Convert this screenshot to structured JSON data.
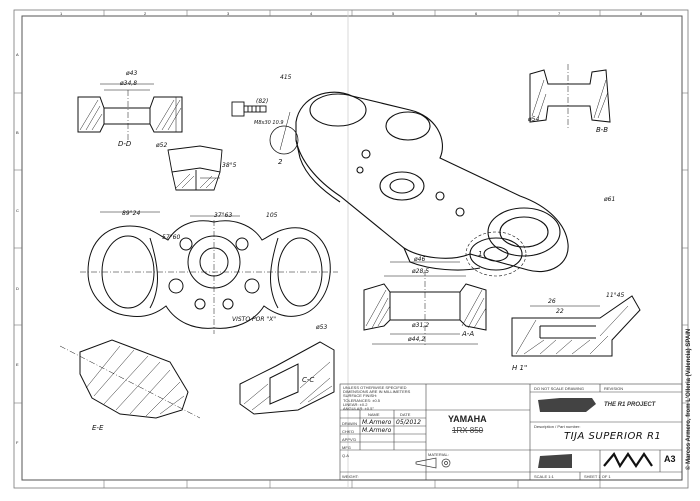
{
  "frame": {
    "column_numbers": [
      "1",
      "2",
      "3",
      "4",
      "5",
      "6",
      "7",
      "8"
    ],
    "row_letters": [
      "A",
      "B",
      "C",
      "D",
      "E",
      "F"
    ]
  },
  "views": {
    "section_dd": "D-D",
    "section_ee": "E-E",
    "section_cc": "C-C",
    "section_bb": "B-B",
    "section_aa": "A-A",
    "view_x": "VISTO POR \"X\"",
    "detail_1": "1",
    "detail_2": "2",
    "detail_h": "H 1\""
  },
  "dimensions": {
    "d43": "ø43",
    "d348": "ø34,8",
    "d52": "ø52",
    "d385": "38°5",
    "d61": "ø61",
    "d46": "ø46",
    "d285": "ø28,5",
    "d312": "ø31,2",
    "d442": "ø44,2",
    "d26": "26",
    "d22": "22",
    "d1145": "11°45",
    "r415": "415",
    "r8924": "89°24",
    "r3763": "37°63",
    "r5760": "57°60",
    "r105": "105",
    "d53": "ø53",
    "d54": "ø54",
    "bolt": "M8x30 10.9",
    "d82": "(82)"
  },
  "title_block": {
    "notes_lines": [
      "UNLESS OTHERWISE SPECIFIED",
      "DIMENSIONS ARE IN MILLIMETERS",
      "SURFACE FINISH:",
      "TOLERANCES: ±0.5",
      "LINEAR: ±0.2",
      "ANGULAR: ±0.5°"
    ],
    "header_name": "NAME",
    "header_date": "DATE",
    "row_drawn": "DRAWN",
    "row_chkd": "CHK'D",
    "row_appvd": "APPV'D",
    "row_mfg": "MFG",
    "row_qa": "Q.A",
    "drawn_name": "M.Armero",
    "drawn_date": "05/2012",
    "chkd_name": "M.Armero",
    "make": "YAMAHA",
    "model": "1RX 850",
    "material_label": "MATERIAL:",
    "weight_label": "WEIGHT:",
    "do_not_scale": "DO NOT SCALE DRAWING",
    "revision_label": "REVISION",
    "description_label": "Description / Part number:",
    "part_name": "TIJA SUPERIOR R1",
    "brand": "THE R1 PROJECT",
    "size": "A3",
    "scale_label": "SCALE 1:1",
    "sheet_label": "SHEET 1 OF 1"
  },
  "credit": "© Marcos Armero, from L'Olleria (Valencia) SPAIN"
}
